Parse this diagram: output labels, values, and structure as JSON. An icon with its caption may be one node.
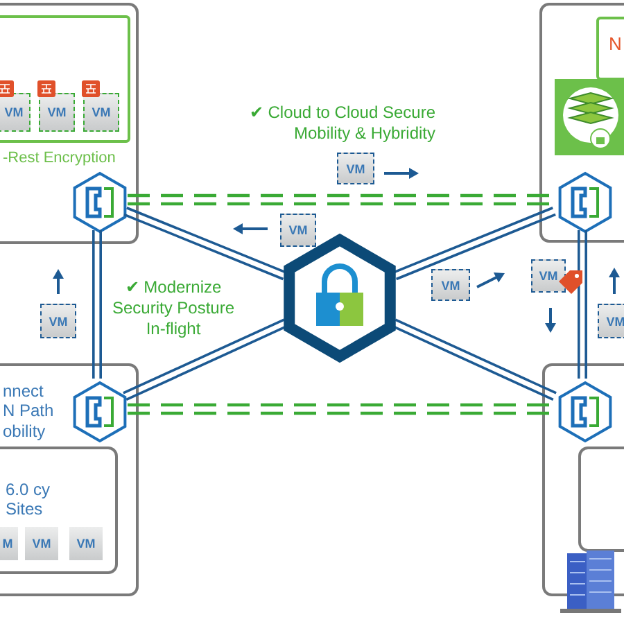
{
  "diagram": {
    "nodes": [
      {
        "text": [],
        "shape": "box"
      },
      {
        "text": [
          "-Rest Encryption"
        ],
        "in": 0
      },
      {
        "text": [
          "VM"
        ],
        "in": 1
      },
      {
        "text": [
          "VM"
        ],
        "in": 1
      },
      {
        "text": [
          "VM"
        ],
        "in": 1
      },
      {
        "text": [],
        "shape": "box"
      },
      {
        "text": [
          "N"
        ],
        "in": 5
      },
      {
        "text": [
          "nnect N Path obility"
        ]
      },
      {
        "text": [
          "6.0 cy Sites"
        ],
        "in": 7
      },
      {
        "text": [
          "M"
        ],
        "in": 8
      },
      {
        "text": [
          "VM"
        ],
        "in": 8
      },
      {
        "text": [
          "VM"
        ],
        "in": 8
      },
      {
        "text": [],
        "shape": "box"
      },
      {
        "text": [],
        "shape": "box",
        "in": 12
      },
      {
        "text": [],
        "shape": "hexagon",
        "in": 0
      },
      {
        "text": [],
        "shape": "hexagon",
        "in": 5
      },
      {
        "text": [],
        "shape": "hexagon",
        "in": 7
      },
      {
        "text": [],
        "shape": "hexagon",
        "in": 12
      },
      {
        "text": [],
        "shape": "hexagon"
      },
      {
        "text": [
          "VM"
        ]
      },
      {
        "text": [
          "VM"
        ]
      },
      {
        "text": [
          "VM"
        ]
      },
      {
        "text": [
          "VM"
        ]
      },
      {
        "text": [
          "VM"
        ]
      },
      {
        "text": [
          "VM"
        ]
      }
    ],
    "edges": [
      {
        "from": 14,
        "to": 18,
        "arrow": "none"
      },
      {
        "from": 15,
        "to": 18,
        "arrow": "none"
      },
      {
        "from": 16,
        "to": 18,
        "arrow": "none"
      },
      {
        "from": 17,
        "to": 18,
        "arrow": "none"
      },
      {
        "from": 14,
        "to": 16,
        "arrow": "none"
      },
      {
        "from": 15,
        "to": 17,
        "arrow": "none"
      },
      {
        "from": 14,
        "to": 15,
        "arrow": "none",
        "style": "dashed",
        "color": "#3aaa35"
      },
      {
        "from": 16,
        "to": 17,
        "arrow": "none",
        "style": "dashed",
        "color": "#3aaa35"
      }
    ],
    "labels": [
      "✔ Cloud to Cloud Secure Mobility & Hybridity",
      "✔ Modernize Security Posture In-flight"
    ]
  }
}
